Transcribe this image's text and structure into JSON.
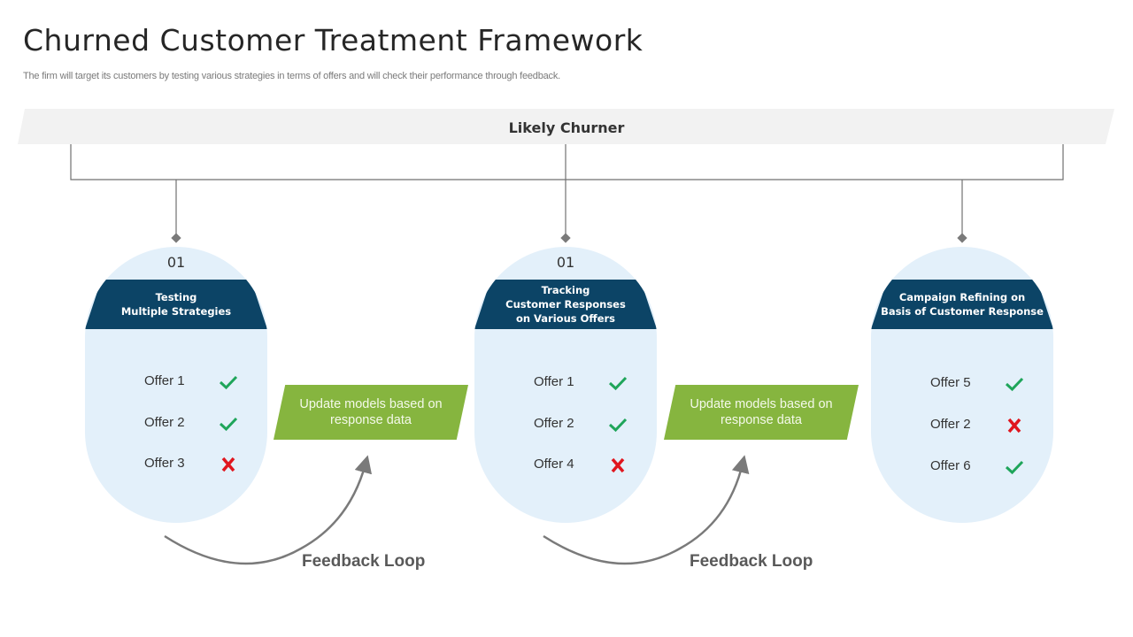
{
  "header": {
    "title": "Churned Customer Treatment Framework",
    "subtitle": "The firm will target its customers by testing various strategies in terms of offers and will check their performance through feedback."
  },
  "banner": {
    "label": "Likely Churner"
  },
  "colors": {
    "card_bg": "#e3f0fa",
    "card_header": "#0c4466",
    "update_box": "#86b53f",
    "check": "#1fa55a",
    "cross": "#e0161e",
    "connector": "#707070"
  },
  "cards": [
    {
      "number": "01",
      "heading": "Testing\nMultiple Strategies",
      "offers": [
        {
          "label": "Offer 1",
          "status": "check-icon"
        },
        {
          "label": "Offer 2",
          "status": "check-icon"
        },
        {
          "label": "Offer 3",
          "status": "cross-icon"
        }
      ]
    },
    {
      "number": "01",
      "heading": "Tracking\nCustomer Responses\non Various Offers",
      "offers": [
        {
          "label": "Offer 1",
          "status": "check-icon"
        },
        {
          "label": "Offer 2",
          "status": "check-icon"
        },
        {
          "label": "Offer 4",
          "status": "cross-icon"
        }
      ]
    },
    {
      "number": "",
      "heading": "Campaign Refining on\nBasis of Customer Response",
      "offers": [
        {
          "label": "Offer 5",
          "status": "check-icon"
        },
        {
          "label": "Offer 2",
          "status": "cross-icon"
        },
        {
          "label": "Offer 6",
          "status": "check-icon"
        }
      ]
    }
  ],
  "updates": [
    {
      "label": "Update models based on\nresponse data"
    },
    {
      "label": "Update models based on\nresponse data"
    }
  ],
  "feedback": [
    {
      "label": "Feedback Loop"
    },
    {
      "label": "Feedback Loop"
    }
  ]
}
